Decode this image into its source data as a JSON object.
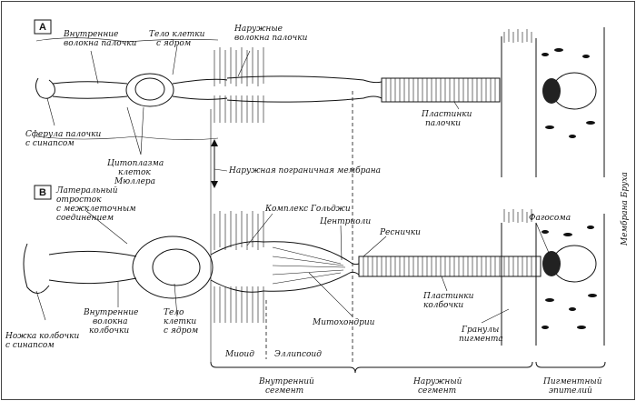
{
  "panels": {
    "a": "A",
    "b": "B"
  },
  "labels": {
    "inner_rod_fibers": [
      "Внутренние",
      "волокна палочки"
    ],
    "rod_body": [
      "Тело клетки",
      "с ядром"
    ],
    "outer_rod_fibers": [
      "Наружные",
      "волокна палочки"
    ],
    "rod_spherule": [
      "Сферула палочки",
      "с синапсом"
    ],
    "rod_discs": [
      "Пластинки",
      "палочки"
    ],
    "muller": [
      "Цитоплазма",
      "клеток",
      "Мюллера"
    ],
    "olm": "Наружная пограничная мембрана",
    "lateral": [
      "Латеральный",
      "отросток",
      "с межклеточным",
      "соединением"
    ],
    "golgi": "Комплекс Гольджи",
    "centrioles": "Центриоли",
    "cilium": "Реснички",
    "phagosome": "Фагосома",
    "bruch": "Мембрана Бруха",
    "cone_discs": [
      "Пластинки",
      "колбочки"
    ],
    "mito": "Митохондрии",
    "pigment_granules": [
      "Гранулы",
      "пигмента"
    ],
    "cone_pedicle": [
      "Ножка колбочки",
      "с синапсом"
    ],
    "inner_cone_fibers": [
      "Внутренние",
      "волокна",
      "колбочки"
    ],
    "cone_body": [
      "Тело",
      "клетки",
      "с ядром"
    ],
    "myoid": "Миоид",
    "ellipsoid": "Эллипсоид",
    "inner_segment": [
      "Внутренний",
      "сегмент"
    ],
    "outer_segment": [
      "Наружный",
      "сегмент"
    ],
    "pigment_epithelium": [
      "Пигментный",
      "эпителий"
    ]
  }
}
